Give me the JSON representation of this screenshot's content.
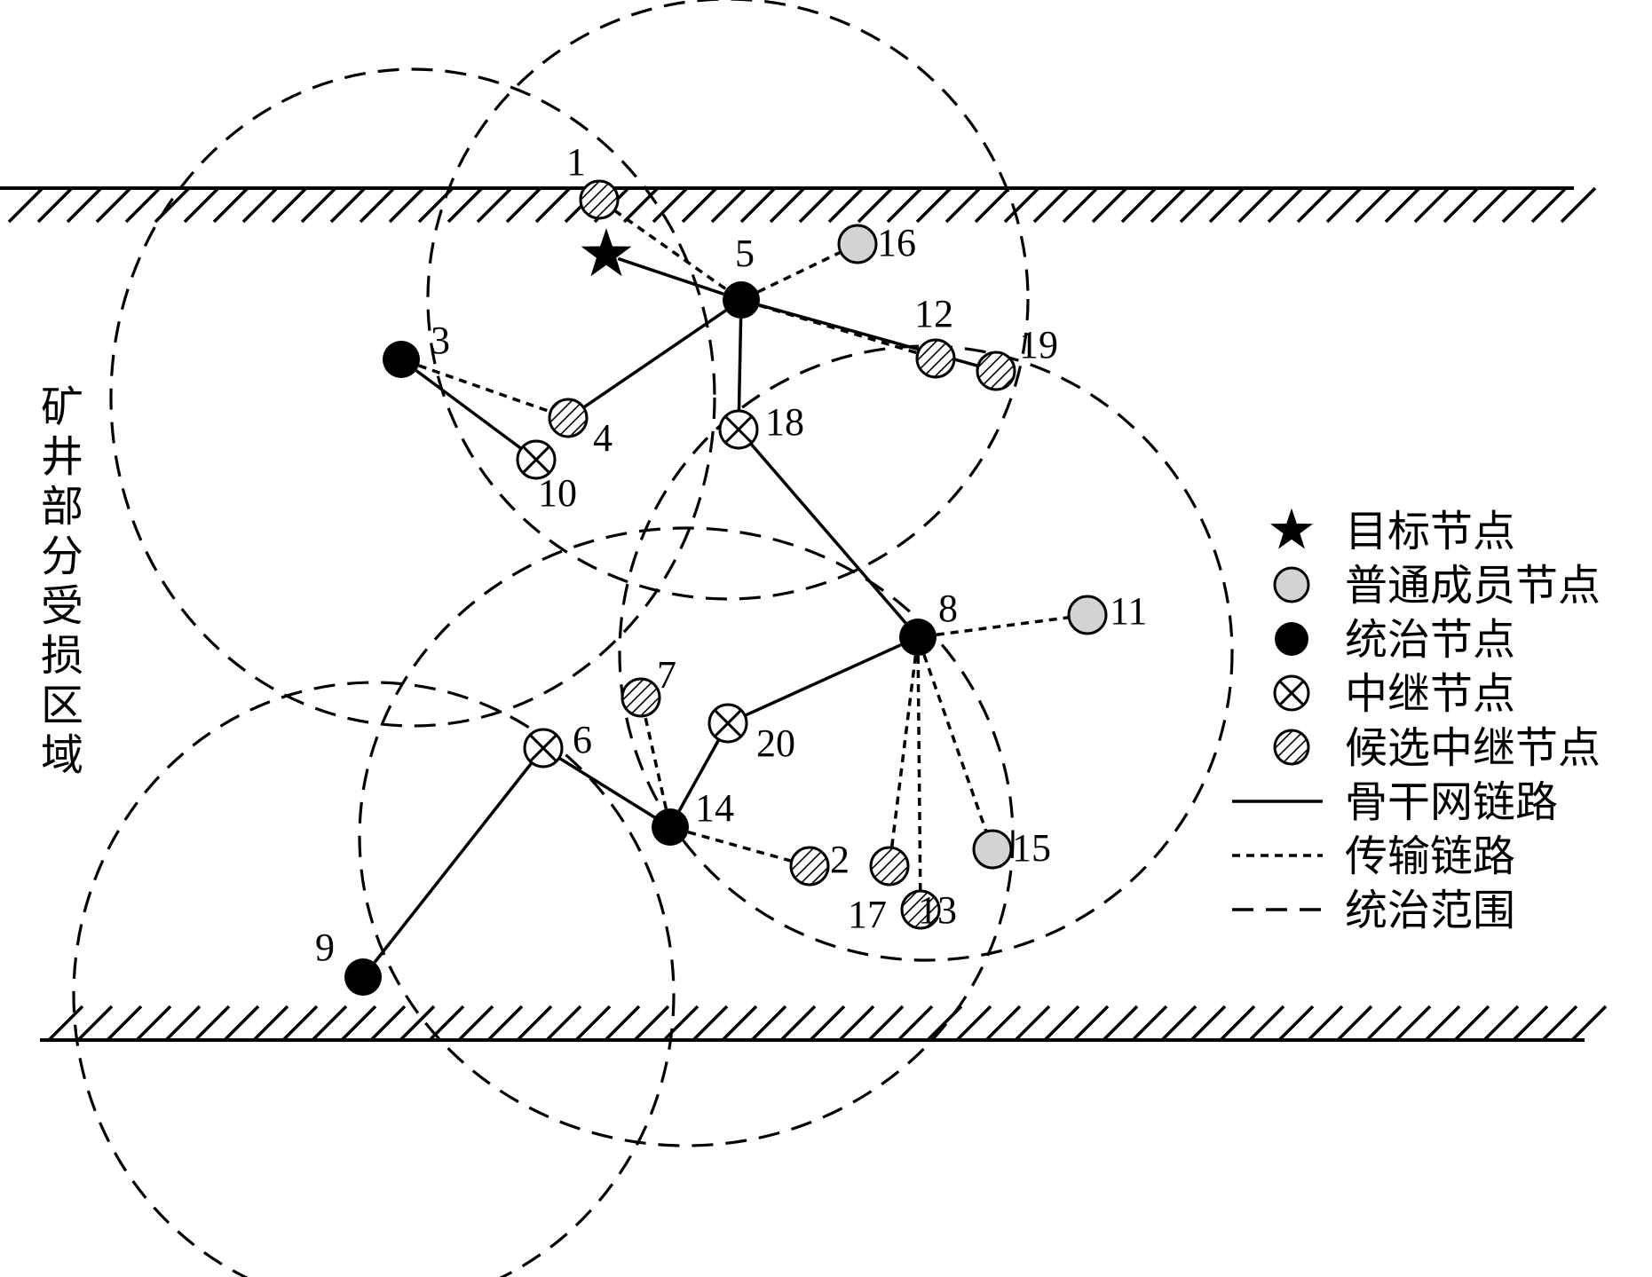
{
  "region_label": "矿井部分受损区域",
  "nodes": [
    {
      "id": "1",
      "label": "1",
      "type": "candidate"
    },
    {
      "id": "2",
      "label": "2",
      "type": "candidate"
    },
    {
      "id": "3",
      "label": "3",
      "type": "dominator"
    },
    {
      "id": "4",
      "label": "4",
      "type": "candidate"
    },
    {
      "id": "5",
      "label": "5",
      "type": "dominator"
    },
    {
      "id": "6",
      "label": "6",
      "type": "relay"
    },
    {
      "id": "7",
      "label": "7",
      "type": "candidate"
    },
    {
      "id": "8",
      "label": "8",
      "type": "dominator"
    },
    {
      "id": "9",
      "label": "9",
      "type": "dominator"
    },
    {
      "id": "10",
      "label": "10",
      "type": "relay"
    },
    {
      "id": "11",
      "label": "11",
      "type": "member"
    },
    {
      "id": "12",
      "label": "12",
      "type": "candidate"
    },
    {
      "id": "13",
      "label": "13",
      "type": "candidate"
    },
    {
      "id": "14",
      "label": "14",
      "type": "dominator"
    },
    {
      "id": "15",
      "label": "15",
      "type": "member"
    },
    {
      "id": "16",
      "label": "16",
      "type": "member"
    },
    {
      "id": "17",
      "label": "17",
      "type": "candidate"
    },
    {
      "id": "18",
      "label": "18",
      "type": "relay"
    },
    {
      "id": "19",
      "label": "19",
      "type": "candidate"
    },
    {
      "id": "20",
      "label": "20",
      "type": "relay"
    },
    {
      "id": "target",
      "label": "",
      "type": "target"
    }
  ],
  "backbone_links": [
    [
      "target",
      "5"
    ],
    [
      "5",
      "4"
    ],
    [
      "5",
      "18"
    ],
    [
      "18",
      "8"
    ],
    [
      "8",
      "20"
    ],
    [
      "20",
      "14"
    ],
    [
      "14",
      "6"
    ],
    [
      "6",
      "9"
    ],
    [
      "3",
      "10"
    ],
    [
      "5",
      "19"
    ]
  ],
  "transmission_links": [
    [
      "1",
      "5"
    ],
    [
      "5",
      "16"
    ],
    [
      "5",
      "12"
    ],
    [
      "3",
      "4"
    ],
    [
      "8",
      "11"
    ],
    [
      "8",
      "17"
    ],
    [
      "8",
      "13"
    ],
    [
      "8",
      "15"
    ],
    [
      "14",
      "2"
    ],
    [
      "14",
      "7"
    ]
  ],
  "legend": [
    {
      "symbol": "target",
      "label": "目标节点"
    },
    {
      "symbol": "member",
      "label": "普通成员节点"
    },
    {
      "symbol": "dominator",
      "label": "统治节点"
    },
    {
      "symbol": "relay",
      "label": "中继节点"
    },
    {
      "symbol": "candidate",
      "label": "候选中继节点"
    },
    {
      "symbol": "backbone",
      "label": "骨干网链路"
    },
    {
      "symbol": "transmission",
      "label": "传输链路"
    },
    {
      "symbol": "range",
      "label": "统治范围"
    }
  ],
  "colors": {
    "ink": "#000000",
    "member_fill": "#d3d3d3",
    "background": "#ffffff"
  }
}
